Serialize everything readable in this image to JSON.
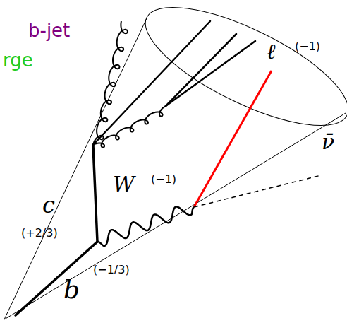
{
  "diagram": {
    "labels": [
      "b-jet",
      "rge",
      "ℓ",
      "(−1)",
      "ν̄",
      "W",
      "(−1)",
      "c",
      "(+2/3)",
      "b",
      "(−1/3)"
    ]
  }
}
